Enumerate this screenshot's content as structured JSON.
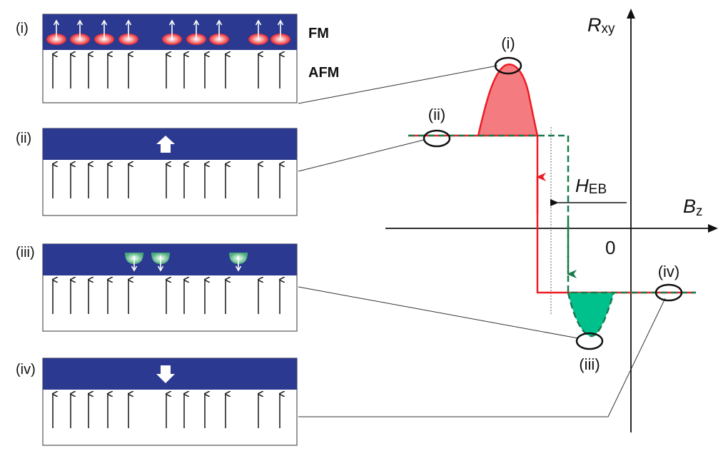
{
  "panels": [
    {
      "id": "i",
      "label": "(i)",
      "state": "positive spins nucleating",
      "spots": "up"
    },
    {
      "id": "ii",
      "label": "(ii)",
      "state": "FM saturated up",
      "arrow": "up"
    },
    {
      "id": "iii",
      "label": "(iii)",
      "state": "negative spins nucleating",
      "spots": "down"
    },
    {
      "id": "iv",
      "label": "(iv)",
      "state": "FM saturated down",
      "arrow": "down"
    }
  ],
  "layers": {
    "fm": "FM",
    "afm": "AFM"
  },
  "axes": {
    "y_main": "R",
    "y_sub": "xy",
    "x_main": "B",
    "x_sub": "z",
    "origin": "0"
  },
  "exchange_bias": {
    "main": "H",
    "sub": "EB"
  },
  "points": {
    "i": "(i)",
    "ii": "(ii)",
    "iii": "(iii)",
    "iv": "(iv)"
  },
  "colors": {
    "fm_layer": "#2b3990",
    "red_branch": "#ee1c25",
    "red_fill": "#f47c80",
    "green_branch": "#1a7a4c",
    "green_fill": "#00c18c",
    "afm_arrow": "#222222"
  }
}
